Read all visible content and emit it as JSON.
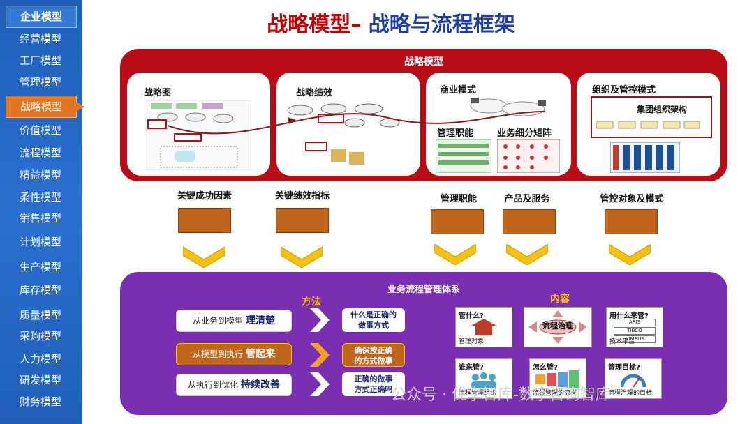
{
  "sidebar": {
    "items": [
      {
        "label": "企业模型"
      },
      {
        "label": "经营模型"
      },
      {
        "label": "工厂模型"
      },
      {
        "label": "管理模型"
      },
      {
        "label": "战略模型"
      },
      {
        "label": "价值模型"
      },
      {
        "label": "流程模型"
      },
      {
        "label": "精益模型"
      },
      {
        "label": "柔性模型"
      },
      {
        "label": "销售模型"
      },
      {
        "label": "计划模型"
      },
      {
        "label": "生产模型"
      },
      {
        "label": "库存模型"
      },
      {
        "label": "质量模型"
      },
      {
        "label": "采购模型"
      },
      {
        "label": "人力模型"
      },
      {
        "label": "研发模型"
      },
      {
        "label": "财务模型"
      }
    ]
  },
  "title": {
    "part1": "战略模型–",
    "part2": " 战略与流程框架"
  },
  "strategy": {
    "title": "战略模型",
    "panels": {
      "map": "战略图",
      "performance": "战略绩效",
      "business_model": "商业模式",
      "mgmt_function": "管理职能",
      "segment_matrix": "业务细分矩阵",
      "org_control": "组织及管控模式",
      "group_org": "集团组织架构"
    }
  },
  "links": [
    {
      "label": "关键成功因素"
    },
    {
      "label": "关键绩效指标"
    },
    {
      "label": "管理职能"
    },
    {
      "label": "产品及服务"
    },
    {
      "label": "管控对象及模式"
    }
  ],
  "process": {
    "title": "业务流程管理体系",
    "method_label": "方法",
    "content_label": "内容",
    "methods": [
      {
        "pre": "从业务到模型",
        "bold": "理清楚",
        "result_1": "什么是正确的",
        "result_2": "做事方式"
      },
      {
        "pre": "从模型到执行",
        "bold": "管起来",
        "result_1": "确保按正确",
        "result_2": "的方式做事"
      },
      {
        "pre": "从执行到优化",
        "bold": "持续改善",
        "result_1": "正确的做事",
        "result_2": "方式正确吗"
      }
    ],
    "cards": [
      {
        "title": "管什么?",
        "caption": "管理对象"
      },
      {
        "title": "",
        "caption": "流程治理"
      },
      {
        "title": "用什么来管?",
        "caption": "技术平台",
        "items": [
          "ARIS",
          "TIBCO",
          "NIMBUS"
        ]
      },
      {
        "title": "谁来管?",
        "caption": "流程管理组织"
      },
      {
        "title": "怎么管?",
        "caption": "流程管理的流程"
      },
      {
        "title": "管理目标?",
        "caption": "流程治理的目标"
      }
    ]
  },
  "watermark": "公众号 · 优享智库-数字咨询智库",
  "colors": {
    "sidebar": "#1f5fb8",
    "active": "#e2751f",
    "strategy_band": "#b80d17",
    "process_band": "#7a2fb3",
    "accent": "#ffc000"
  }
}
